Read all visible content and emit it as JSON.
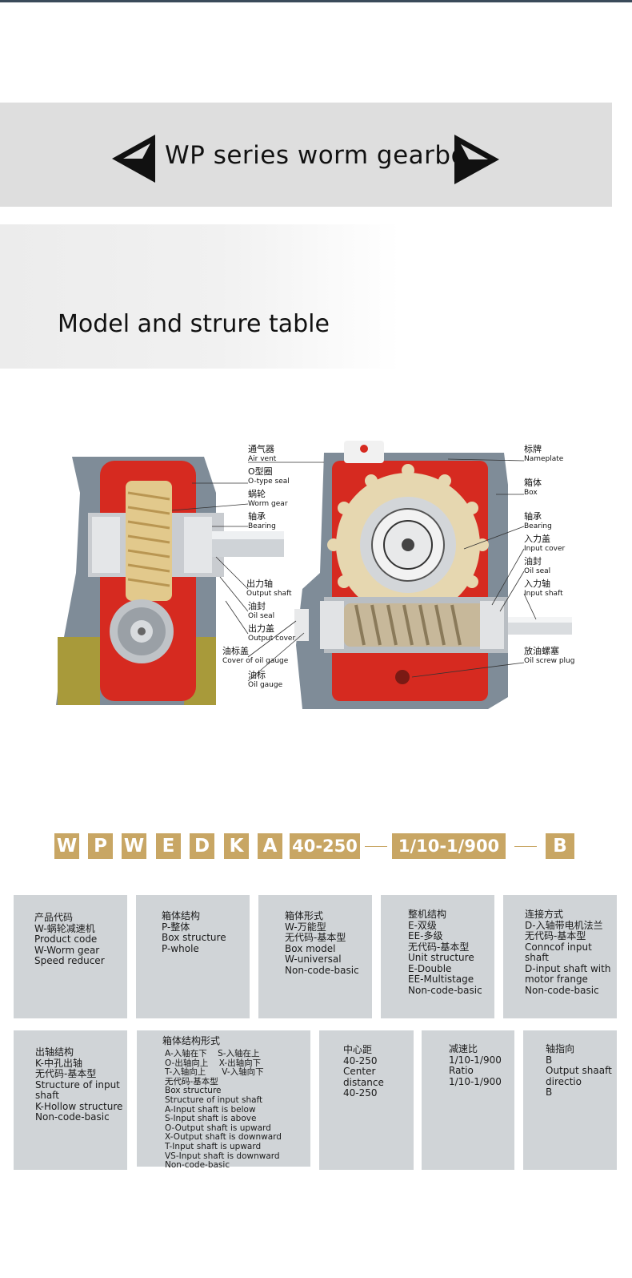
{
  "header": {
    "title": "WP series worm gearbox"
  },
  "section": {
    "title": "Model and strure table"
  },
  "diagram": {
    "left_labels": [
      {
        "cn": "通气器",
        "en": "Air vent"
      },
      {
        "cn": "O型圈",
        "en": "O-type seal"
      },
      {
        "cn": "蜗轮",
        "en": "Worm gear"
      },
      {
        "cn": "轴承",
        "en": "Bearing"
      },
      {
        "cn": "出力轴",
        "en": "Output shaft"
      },
      {
        "cn": "油封",
        "en": "Oil seal"
      },
      {
        "cn": "出力盖",
        "en": "Output cover"
      },
      {
        "cn": "油标盖",
        "en": "Cover of oil gauge"
      },
      {
        "cn": "油标",
        "en": "Oil gauge"
      }
    ],
    "right_labels": [
      {
        "cn": "标牌",
        "en": "Nameplate"
      },
      {
        "cn": "箱体",
        "en": "Box"
      },
      {
        "cn": "轴承",
        "en": "Bearing"
      },
      {
        "cn": "入力盖",
        "en": "Input cover"
      },
      {
        "cn": "油封",
        "en": "Oil seal"
      },
      {
        "cn": "入力轴",
        "en": "Input shaft"
      },
      {
        "cn": "放油螺塞",
        "en": "Oil screw plug"
      }
    ]
  },
  "code": {
    "letters": [
      "W",
      "P",
      "W",
      "E",
      "D",
      "K",
      "A"
    ],
    "center_distance": "40-250",
    "ratio": "1/10-1/900",
    "direction": "B"
  },
  "cards_row1": [
    "产品代码\nW-蜗轮减速机\nProduct code\nW-Worm gear\nSpeed reducer",
    "箱体结构\nP-整体\nBox structure\nP-whole",
    "箱体形式\nW-万能型\n无代码-基本型\nBox model\nW-universal\nNon-code-basic",
    "整机结构\nE-双级\nEE-多级\n无代码-基本型\nUnit structure\nE-Double\nEE-Multistage\nNon-code-basic",
    "连接方式\nD-入轴带电机法兰\n无代码-基本型\nConncof input\nshaft\nD-input shaft with\nmotor frange\nNon-code-basic"
  ],
  "cards_row2": [
    "出轴结构\nK-中孔出轴\n无代码-基本型\nStructure of input\nshaft\nK-Hollow structure\nNon-code-basic",
    "箱体结构形式",
    "中心距\n40-250\nCenter distance\n40-250",
    "减速比\n1/10-1/900\nRatio\n1/10-1/900",
    "轴指向\nB\nOutput shaaft\ndirectio\nB"
  ],
  "card_mounting": {
    "lines": [
      "A-入轴在下    S-入轴在上",
      "O-出轴向上    X-出轴向下",
      "T-入轴向上      V-入轴向下",
      "无代码-基本型",
      "Box structure",
      "Structure of input shaft",
      "A-Input shaft is below",
      "S-Input shaft is above",
      "O-Output shaft is upward",
      "X-Output shaft is downward",
      "T-Input shaft is upward",
      "VS-Input shaft is downward",
      "Non-code-basic"
    ]
  },
  "colors": {
    "gold": "#c8a664",
    "card": "#d0d4d7",
    "housing_red": "#d62a20",
    "housing_grey": "#7f8c98"
  }
}
